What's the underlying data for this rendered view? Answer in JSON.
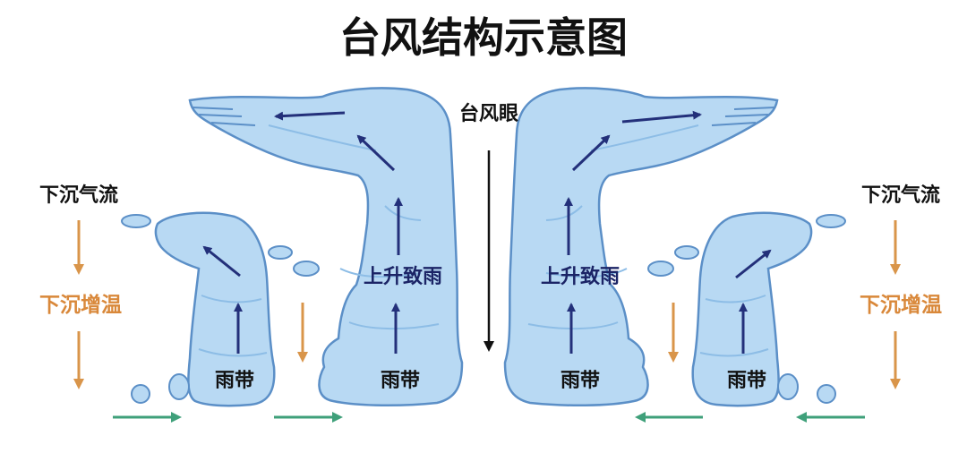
{
  "title": "台风结构示意图",
  "labels": {
    "eye": "台风眼",
    "sinking_left": "下沉气流",
    "sinking_right": "下沉气流",
    "warming_left": "下沉增温",
    "warming_right": "下沉增温",
    "rising_left": "上升致雨",
    "rising_right": "上升致雨",
    "band_outer_left": "雨带",
    "band_inner_left": "雨带",
    "band_inner_right": "雨带",
    "band_outer_right": "雨带"
  },
  "colors": {
    "cloud_fill": "#b8d9f3",
    "cloud_edge": "#5b8fc7",
    "cloud_shade": "#8dbde6",
    "updraft_arrow": "#23307a",
    "sinking_arrow": "#d9954a",
    "inflow_arrow": "#3fa07a",
    "eye_arrow": "#111111",
    "warm_text": "#d9883a",
    "cloud_text": "#1b2466"
  },
  "icons": [
    "updraft-arrow-icon",
    "sinking-arrow-icon",
    "inflow-arrow-icon",
    "eye-downdraft-arrow-icon"
  ]
}
